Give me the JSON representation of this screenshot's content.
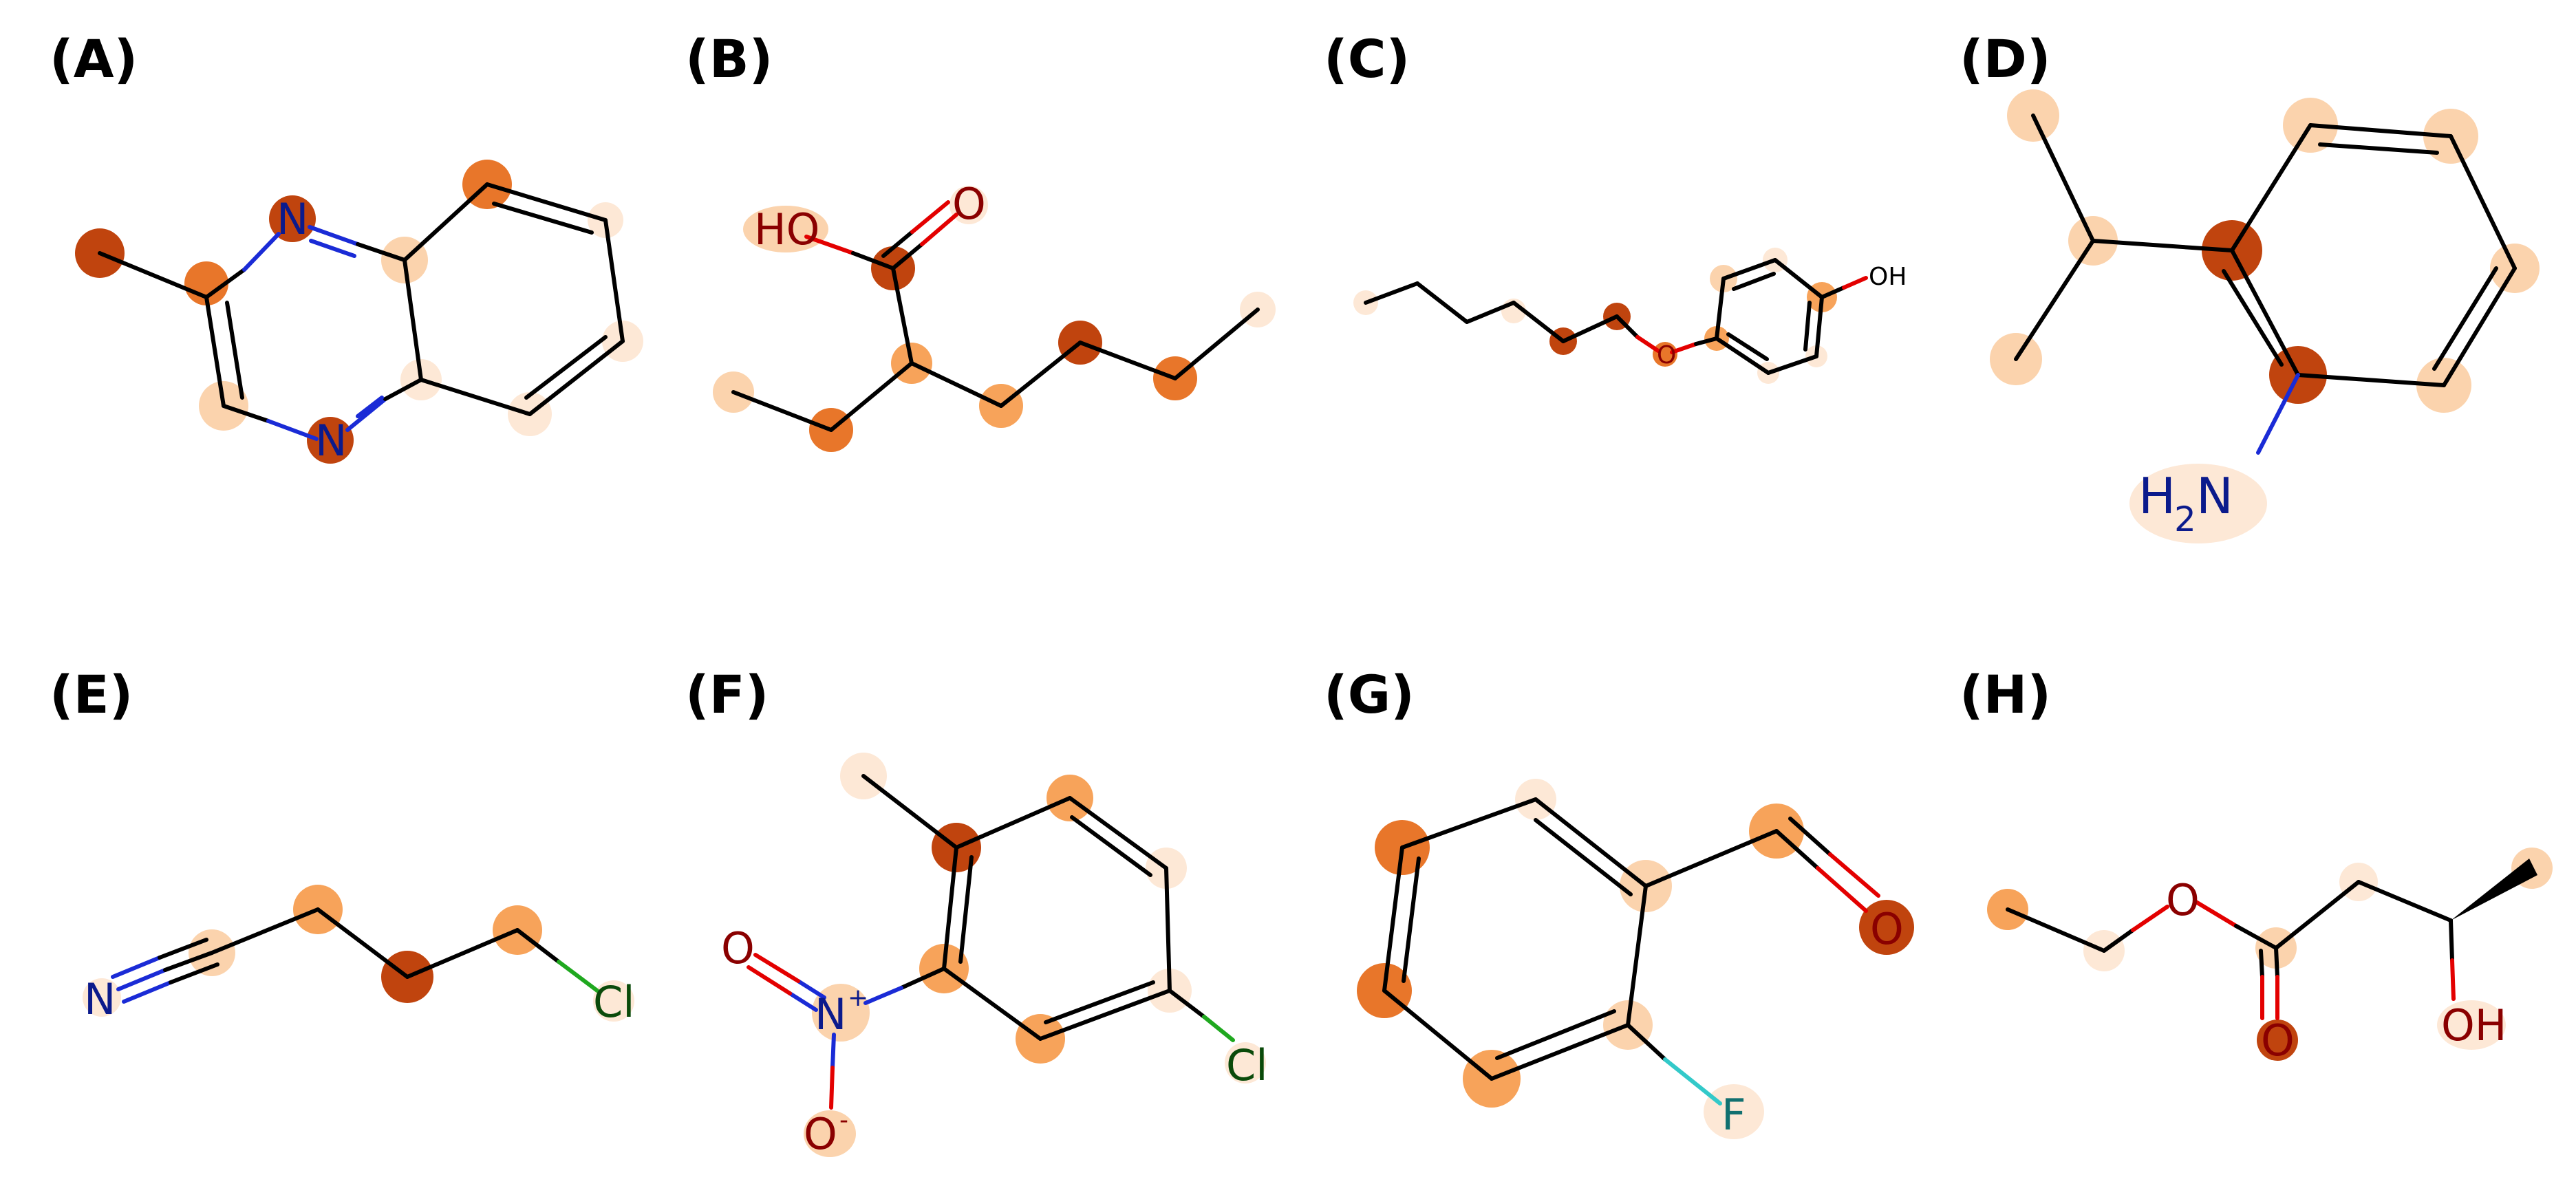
{
  "panels": [
    {
      "id": "A",
      "label": "(A)"
    },
    {
      "id": "B",
      "label": "(B)"
    },
    {
      "id": "C",
      "label": "(C)"
    },
    {
      "id": "D",
      "label": "(D)"
    },
    {
      "id": "E",
      "label": "(E)"
    },
    {
      "id": "F",
      "label": "(F)"
    },
    {
      "id": "G",
      "label": "(G)"
    },
    {
      "id": "H",
      "label": "(H)"
    }
  ],
  "atom_labels": {
    "A": {
      "n1": "N",
      "n2": "N"
    },
    "B": {
      "ho": "HO",
      "o": "O"
    },
    "C": {
      "o": "O",
      "oh": "OH"
    },
    "D": {
      "nh2_main": "H",
      "nh2_sub": "2",
      "nh2_tail": "N"
    },
    "E": {
      "n": "N",
      "cl": "Cl"
    },
    "F": {
      "o1": "O",
      "n": "N",
      "nplus": "+",
      "o2": "O",
      "ominus": "-",
      "cl": "Cl"
    },
    "G": {
      "o": "O",
      "f": "F"
    },
    "H": {
      "o_ester": "O",
      "o_carbonyl": "O",
      "oh": "OH"
    }
  },
  "colors": {
    "heat_dark": "#c0440e",
    "heat_mid": "#e8762a",
    "heat_light": "#f7a35a",
    "heat_pale": "#fbd3ad",
    "heat_faint": "#fde8d6",
    "bond": "#000000",
    "nitrogen": "#0b1a8c",
    "oxygen": "#e30000",
    "chlorine": "#1fa81f",
    "fluorine": "#33c9c9"
  }
}
